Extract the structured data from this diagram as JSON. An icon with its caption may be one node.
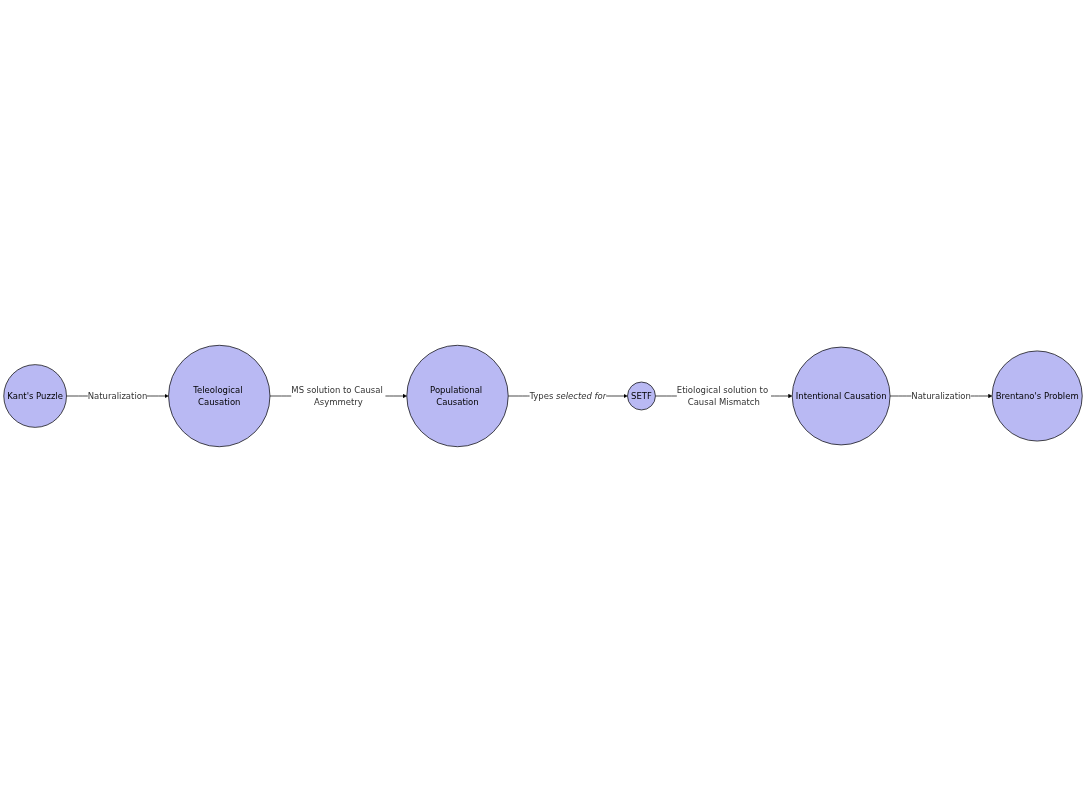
{
  "diagram": {
    "nodes": [
      {
        "text": [
          "Kant's Puzzle"
        ]
      },
      {
        "text": [
          "Teleological Causation"
        ]
      },
      {
        "text": [
          "Populational Causation"
        ]
      },
      {
        "text": [
          "SETF"
        ]
      },
      {
        "text": [
          "Intentional Causation"
        ]
      },
      {
        "text": [
          "Brentano's Problem"
        ]
      }
    ],
    "edges": [
      {
        "from": 0,
        "to": 1,
        "arrow": "to",
        "label": "Naturalization"
      },
      {
        "from": 1,
        "to": 2,
        "arrow": "to",
        "label": "MS solution to Causal Asymmetry"
      },
      {
        "from": 2,
        "to": 3,
        "arrow": "to",
        "label": "Types *selected for*"
      },
      {
        "from": 3,
        "to": 4,
        "arrow": "to",
        "label": "Etiological solution to Causal Mismatch"
      },
      {
        "from": 4,
        "to": 5,
        "arrow": "to",
        "label": "Naturalization"
      }
    ]
  }
}
